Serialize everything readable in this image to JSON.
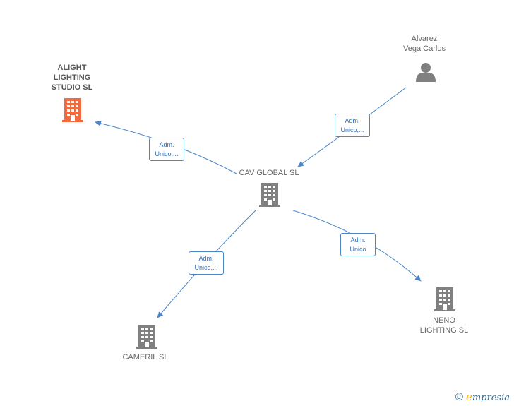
{
  "colors": {
    "edge": "#4a86c8",
    "building": "#808080",
    "highlight": "#f26a3d",
    "person": "#808080"
  },
  "nodes": {
    "alight": {
      "label": "ALIGHT\nLIGHTING\nSTUDIO  SL",
      "icon": "building-icon"
    },
    "alvarez": {
      "label": "Alvarez\nVega Carlos",
      "icon": "person-icon"
    },
    "cav": {
      "label": "CAV GLOBAL  SL",
      "icon": "building-icon"
    },
    "cameril": {
      "label": "CAMERIL SL",
      "icon": "building-icon"
    },
    "neno": {
      "label": "NENO\nLIGHTING  SL",
      "icon": "building-icon"
    }
  },
  "edges": {
    "cav_alight": "Adm.\nUnico,...",
    "alvarez_cav": "Adm.\nUnico,...",
    "cav_cameril": "Adm.\nUnico,...",
    "cav_neno": "Adm.\nUnico"
  },
  "brand": {
    "copyright": "©",
    "e": "e",
    "rest": "mpresia"
  }
}
